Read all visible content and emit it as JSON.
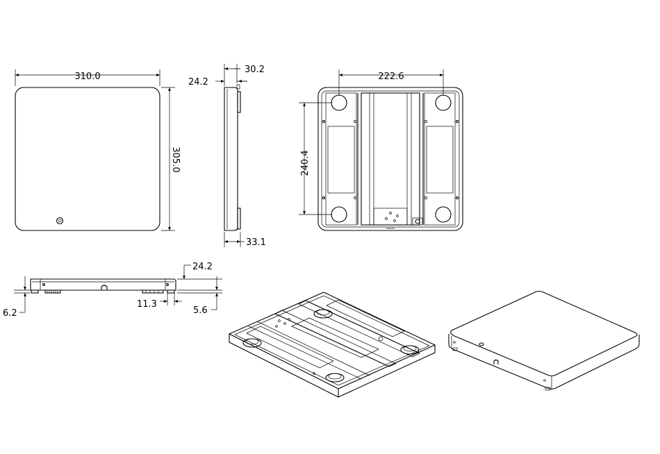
{
  "dimensions": {
    "front_width": "310.0",
    "front_height": "305.0",
    "side_depth_top": "30.2",
    "side_flange": "24.2",
    "side_depth_bottom": "33.1",
    "bottom_width": "222.6",
    "bottom_height": "240.4",
    "edge_height": "24.2",
    "edge_foot": "6.2",
    "edge_foot_width": "11.3",
    "edge_gap": "5.6"
  },
  "colors": {
    "line": "#000000",
    "background": "#ffffff"
  }
}
